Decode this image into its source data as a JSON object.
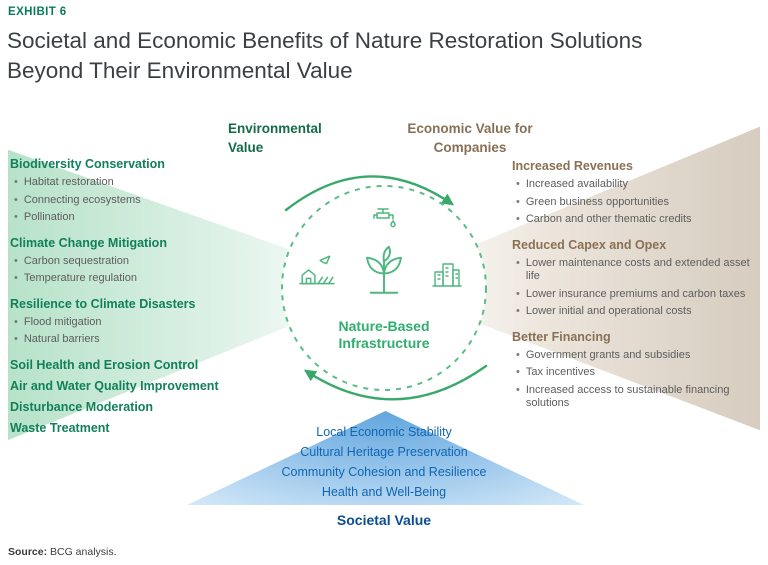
{
  "header": {
    "exhibit_label": "EXHIBIT 6",
    "title_line1": "Societal and Economic Benefits of Nature Restoration Solutions",
    "title_line2": "Beyond Their Environmental Value"
  },
  "diagram": {
    "environmental": {
      "heading": "Environmental Value",
      "groups": [
        {
          "title": "Biodiversity Conservation",
          "items": [
            "Habitat restoration",
            "Connecting ecosystems",
            "Pollination"
          ]
        },
        {
          "title": "Climate Change Mitigation",
          "items": [
            "Carbon sequestration",
            "Temperature regulation"
          ]
        },
        {
          "title": "Resilience to Climate Disasters",
          "items": [
            "Flood mitigation",
            "Natural barriers"
          ]
        },
        {
          "title": "Soil Health and Erosion Control",
          "items": []
        },
        {
          "title": "Air and Water Quality Improvement",
          "items": []
        },
        {
          "title": "Disturbance Moderation",
          "items": []
        },
        {
          "title": "Waste Treatment",
          "items": []
        }
      ]
    },
    "economic": {
      "heading": "Economic Value for Companies",
      "groups": [
        {
          "title": "Increased Revenues",
          "items": [
            "Increased availability",
            "Green business opportunities",
            "Carbon and other thematic credits"
          ]
        },
        {
          "title": "Reduced Capex and Opex",
          "items": [
            "Lower maintenance costs and extended asset life",
            "Lower insurance premiums and carbon taxes",
            "Lower initial and operational costs"
          ]
        },
        {
          "title": "Better Financing",
          "items": [
            "Government grants and subsidies",
            "Tax incentives",
            "Increased access to sustainable financing solutions"
          ]
        }
      ]
    },
    "center": {
      "label": "Nature-Based Infrastructure",
      "icons": [
        "water-tap-icon",
        "plant-icon",
        "farm-icon",
        "city-buildings-icon"
      ]
    },
    "societal": {
      "heading": "Societal Value",
      "items": [
        "Local Economic Stability",
        "Cultural Heritage Preservation",
        "Community Cohesion and Resilience",
        "Health and Well-Being"
      ]
    }
  },
  "colors": {
    "exhibit_green": "#0a7a5c",
    "env_heading_green": "#156b47",
    "env_group_green": "#12805a",
    "eco_brown": "#8a7054",
    "circle_green": "#2fae6d",
    "arrow_green": "#39a96b",
    "societal_blue": "#1166b2",
    "societal_dark_blue": "#0b4d91",
    "wedge_green": "#b7e2c9",
    "wedge_tan": "#d6ccbf",
    "triangle_blue": "#93c2ea"
  },
  "footer": {
    "source_label": "Source:",
    "source_text": " BCG analysis."
  }
}
